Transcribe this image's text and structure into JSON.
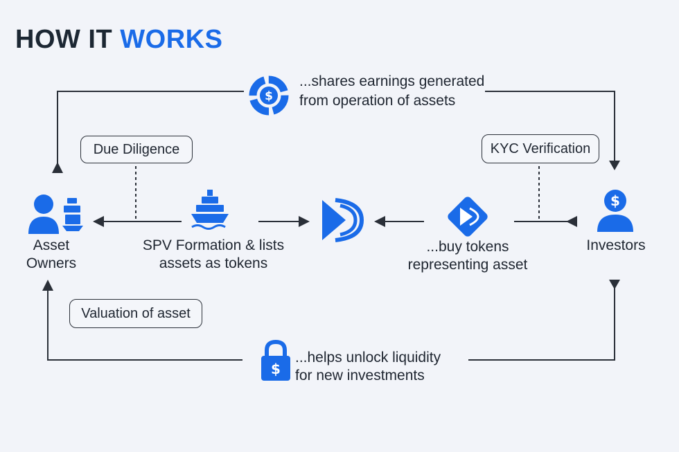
{
  "title": {
    "part1": "HOW IT",
    "part2": "WORKS"
  },
  "colors": {
    "accent": "#1a6be8",
    "line": "#2a2f38",
    "title": "#1c2733"
  },
  "nodes": {
    "asset_owners": {
      "line1": "Asset",
      "line2": "Owners",
      "icon": "owners-icon"
    },
    "spv": {
      "line1": "SPV Formation & lists",
      "line2": "assets as tokens",
      "icon": "ship-icon"
    },
    "platform": {
      "icon": "platform-logo-icon"
    },
    "buy_tokens": {
      "line1": "...buy tokens",
      "line2": "representing asset",
      "icon": "token-icon"
    },
    "investors": {
      "label": "Investors",
      "icon": "investor-icon"
    }
  },
  "boxes": {
    "due_diligence": "Due Diligence",
    "kyc": "KYC Verification",
    "valuation": "Valuation of asset"
  },
  "flows": {
    "earnings": {
      "line1": "...shares earnings generated",
      "line2": "from operation of assets",
      "icon": "dollar-ring-icon"
    },
    "liquidity": {
      "line1": "...helps unlock liquidity",
      "line2": "for new investments",
      "icon": "dollar-lock-icon"
    }
  }
}
